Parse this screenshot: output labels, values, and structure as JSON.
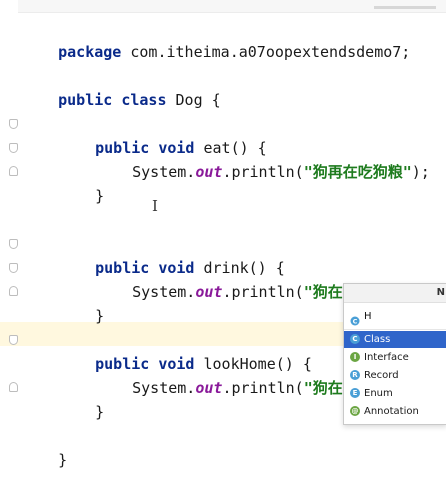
{
  "editor": {
    "package_keyword": "package",
    "package_name": "com.itheima.a07oopextendsdemo7;",
    "class_decl": {
      "modifier": "public",
      "keyword": "class",
      "name": "Dog",
      "brace": "{"
    },
    "methods": [
      {
        "modifier": "public",
        "return_type": "void",
        "name": "eat",
        "signature_tail": "() {",
        "call_prefix": "System.",
        "call_out": "out",
        "call_method": ".println(",
        "string_literal": "\"狗再在吃狗粮\"",
        "call_suffix": ");",
        "close_brace": "}"
      },
      {
        "modifier": "public",
        "return_type": "void",
        "name": "drink",
        "signature_tail": "() {",
        "call_prefix": "System.",
        "call_out": "out",
        "call_method": ".println(",
        "string_literal": "\"狗在喝水\"",
        "call_suffix": ");",
        "close_brace": "}"
      },
      {
        "modifier": "public",
        "return_type": "void",
        "name": "lookHome",
        "signature_tail": "() {",
        "call_prefix": "System.",
        "call_out": "out",
        "call_method": ".println(",
        "string_literal": "\"狗在看家",
        "call_suffix": "",
        "close_brace": "}"
      }
    ],
    "class_close_brace": "}",
    "text_cursor_glyph": "I"
  },
  "new_class_popup": {
    "title": "N",
    "search_value": "H",
    "search_icon": "class-icon",
    "selected_index": 0,
    "items": [
      {
        "label": "Class",
        "icon": "class-icon",
        "badge": "C",
        "color": "#4a9fd6"
      },
      {
        "label": "Interface",
        "icon": "interface-icon",
        "badge": "I",
        "color": "#6ba542"
      },
      {
        "label": "Record",
        "icon": "record-icon",
        "badge": "R",
        "color": "#4a9fd6"
      },
      {
        "label": "Enum",
        "icon": "enum-icon",
        "badge": "E",
        "color": "#4a9fd6"
      },
      {
        "label": "Annotation",
        "icon": "annotation-icon",
        "badge": "@",
        "color": "#6ba542"
      }
    ]
  },
  "colors": {
    "keyword": "#0a2a8a",
    "static_field": "#8a1a9a",
    "string": "#1e7b1e",
    "selection": "#2f65ca",
    "current_line": "#fff8df"
  }
}
